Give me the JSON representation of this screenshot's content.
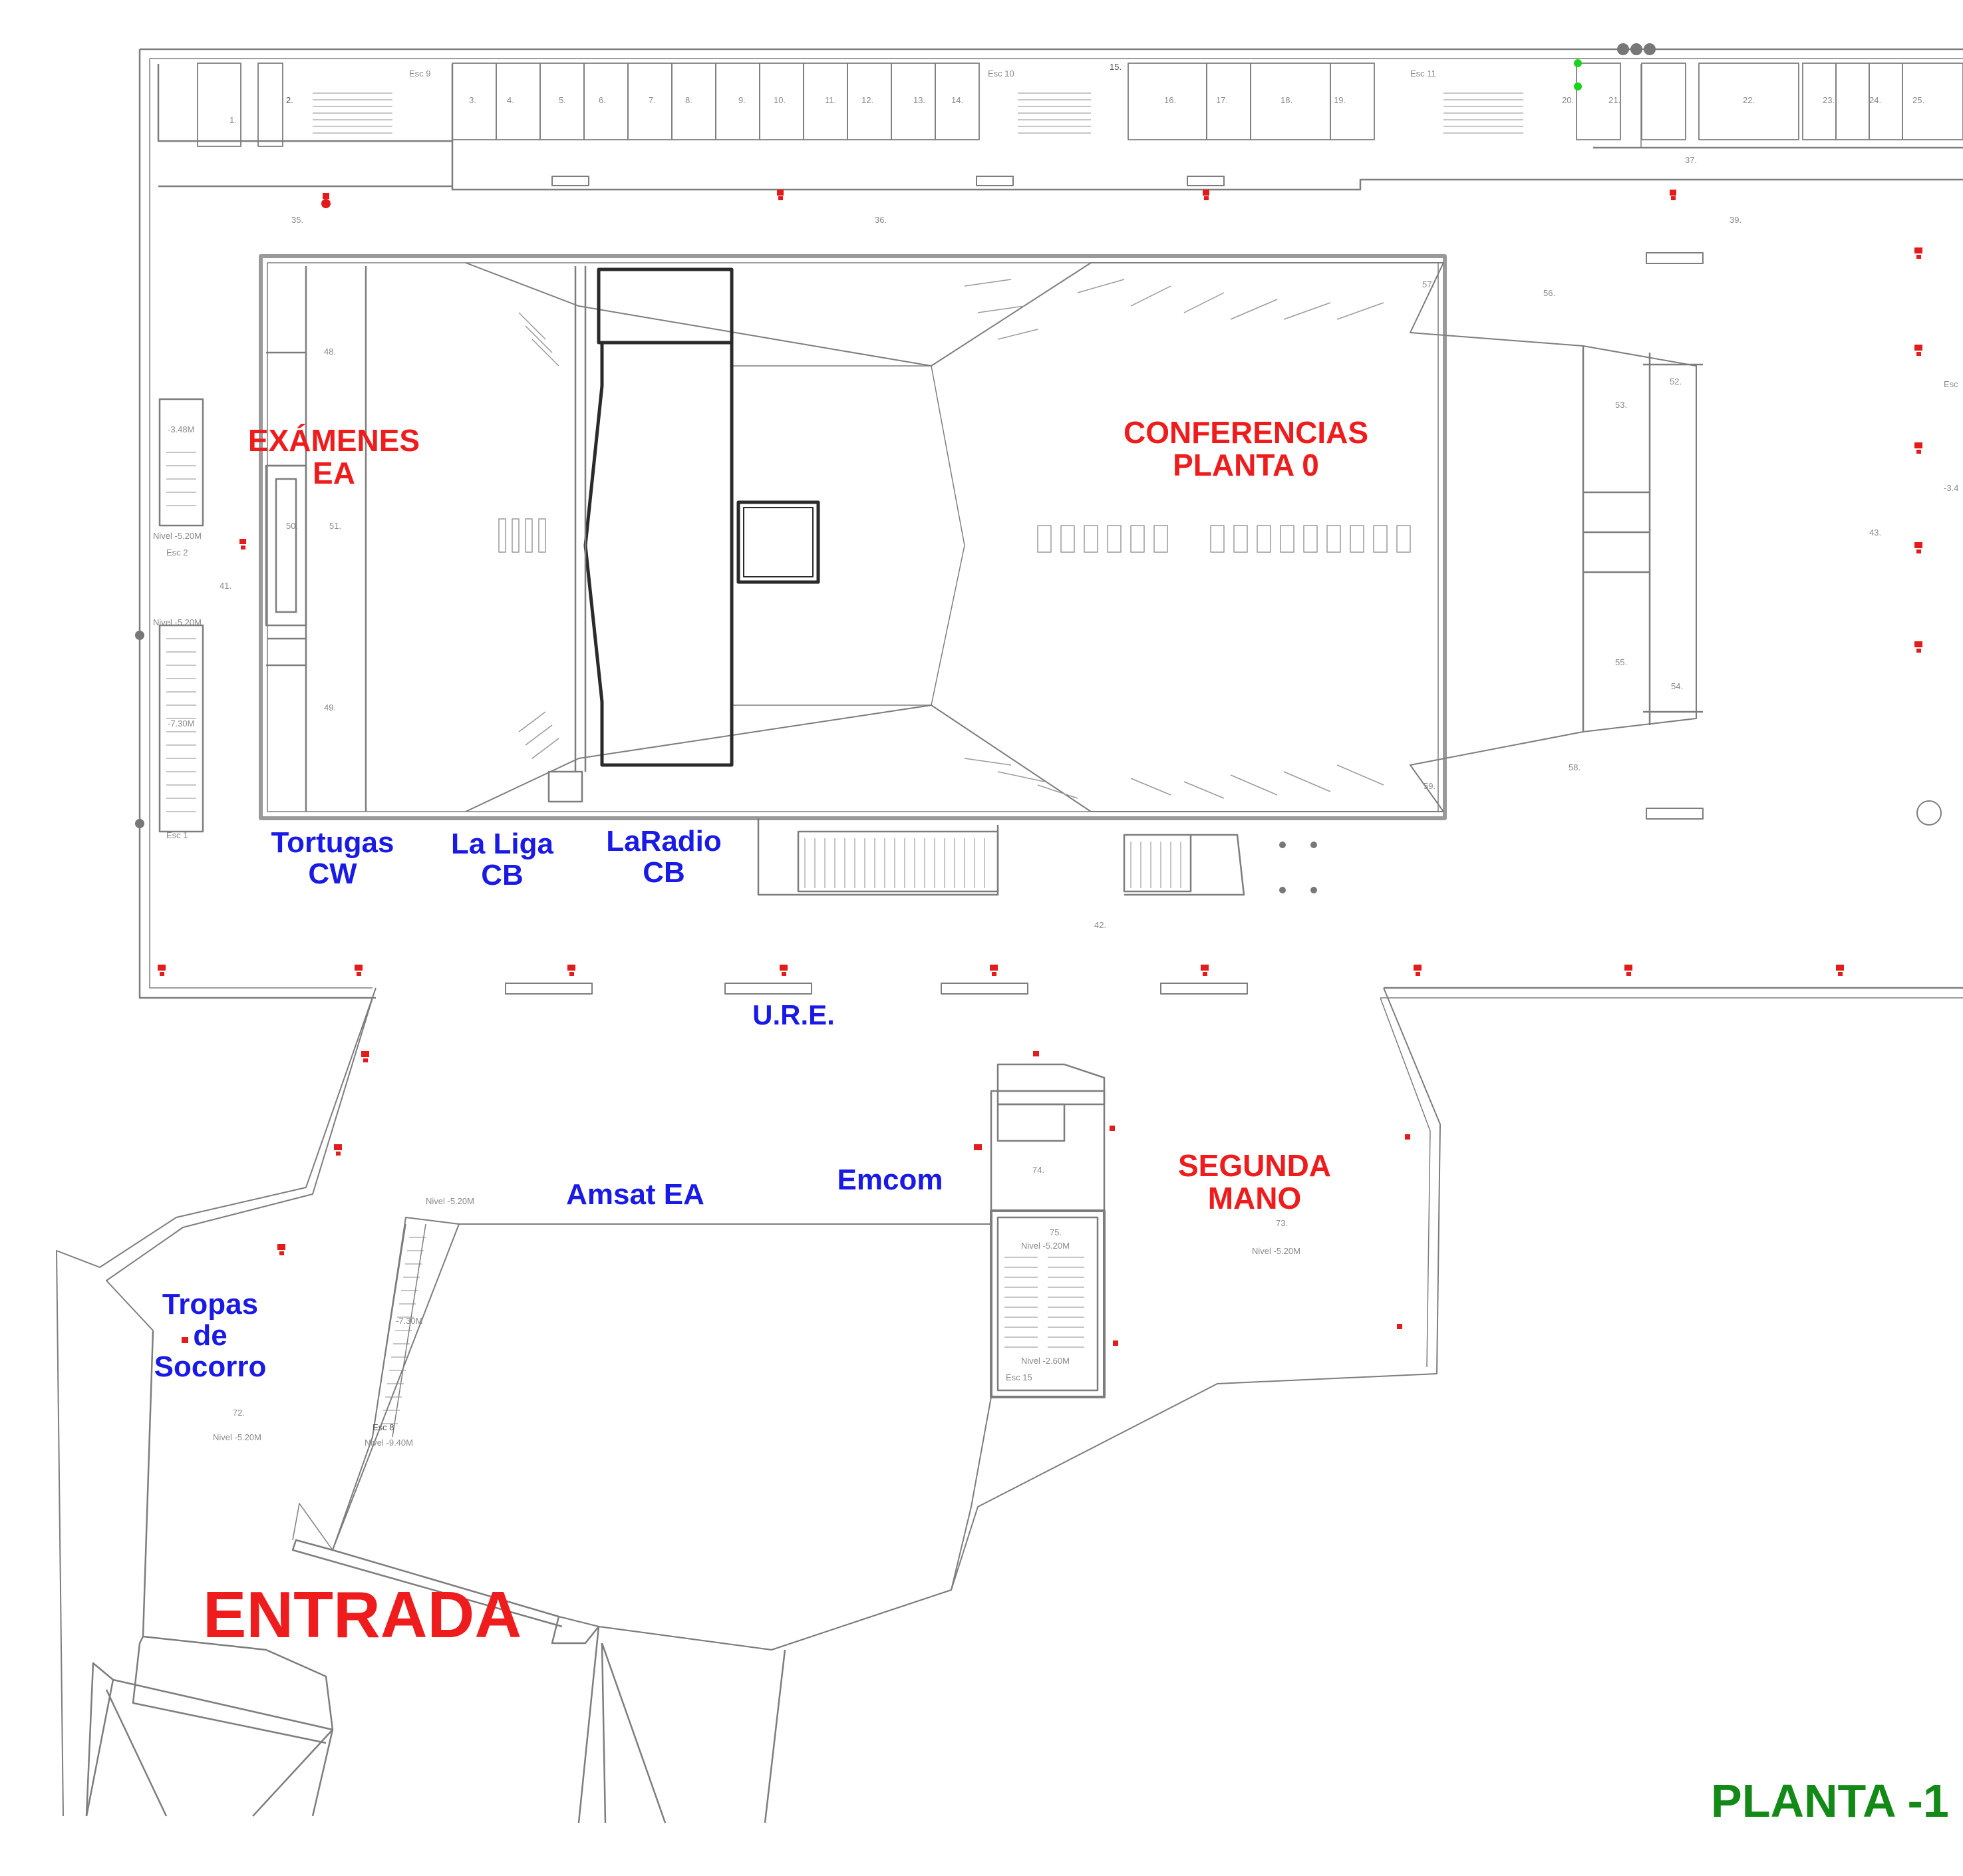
{
  "map": {
    "floor_label": "PLANTA -1",
    "entrance_label": "ENTRADA",
    "areas": {
      "examenes": "EXÁMENES\nEA",
      "conferencias": "CONFERENCIAS\nPLANTA 0",
      "segunda_mano": "SEGUNDA\nMANO"
    },
    "stands": {
      "tortugas": "Tortugas\nCW",
      "la_liga": "La Liga\nCB",
      "laradio": "LaRadio\nCB",
      "ure": "U.R.E.",
      "amsat": "Amsat EA",
      "emcom": "Emcom",
      "tropas": "Tropas\nde\nSocorro"
    },
    "colors": {
      "area_label": "#ee1c1c",
      "stand_label": "#1a1ae6",
      "floor_label": "#138a17",
      "walls": "#7a7a7a",
      "emergency_sign": "#e31b1b"
    },
    "plan_text": {
      "room_numbers": [
        "1.",
        "2.",
        "3.",
        "4.",
        "5.",
        "6.",
        "7.",
        "8.",
        "9.",
        "10.",
        "11.",
        "12.",
        "13.",
        "14.",
        "15.",
        "16.",
        "17.",
        "18.",
        "19.",
        "20.",
        "21.",
        "22.",
        "23.",
        "24.",
        "25.",
        "35.",
        "36.",
        "37.",
        "39.",
        "41.",
        "42.",
        "43.",
        "48.",
        "49.",
        "50.",
        "51.",
        "52.",
        "53.",
        "54.",
        "55.",
        "56.",
        "57.",
        "58.",
        "59.",
        "72.",
        "73.",
        "74.",
        "75."
      ],
      "stairs": [
        "Esc 1",
        "Esc 2",
        "Esc 8",
        "Esc 9",
        "Esc 10",
        "Esc 11",
        "Esc 15",
        "Esc"
      ],
      "levels": [
        "Nivel -5.20M",
        "Nivel -2.60M",
        "Nivel -7.30M",
        "Nivel -9.40M",
        "-3.48M",
        "-7.30M",
        "-3.4"
      ]
    }
  }
}
